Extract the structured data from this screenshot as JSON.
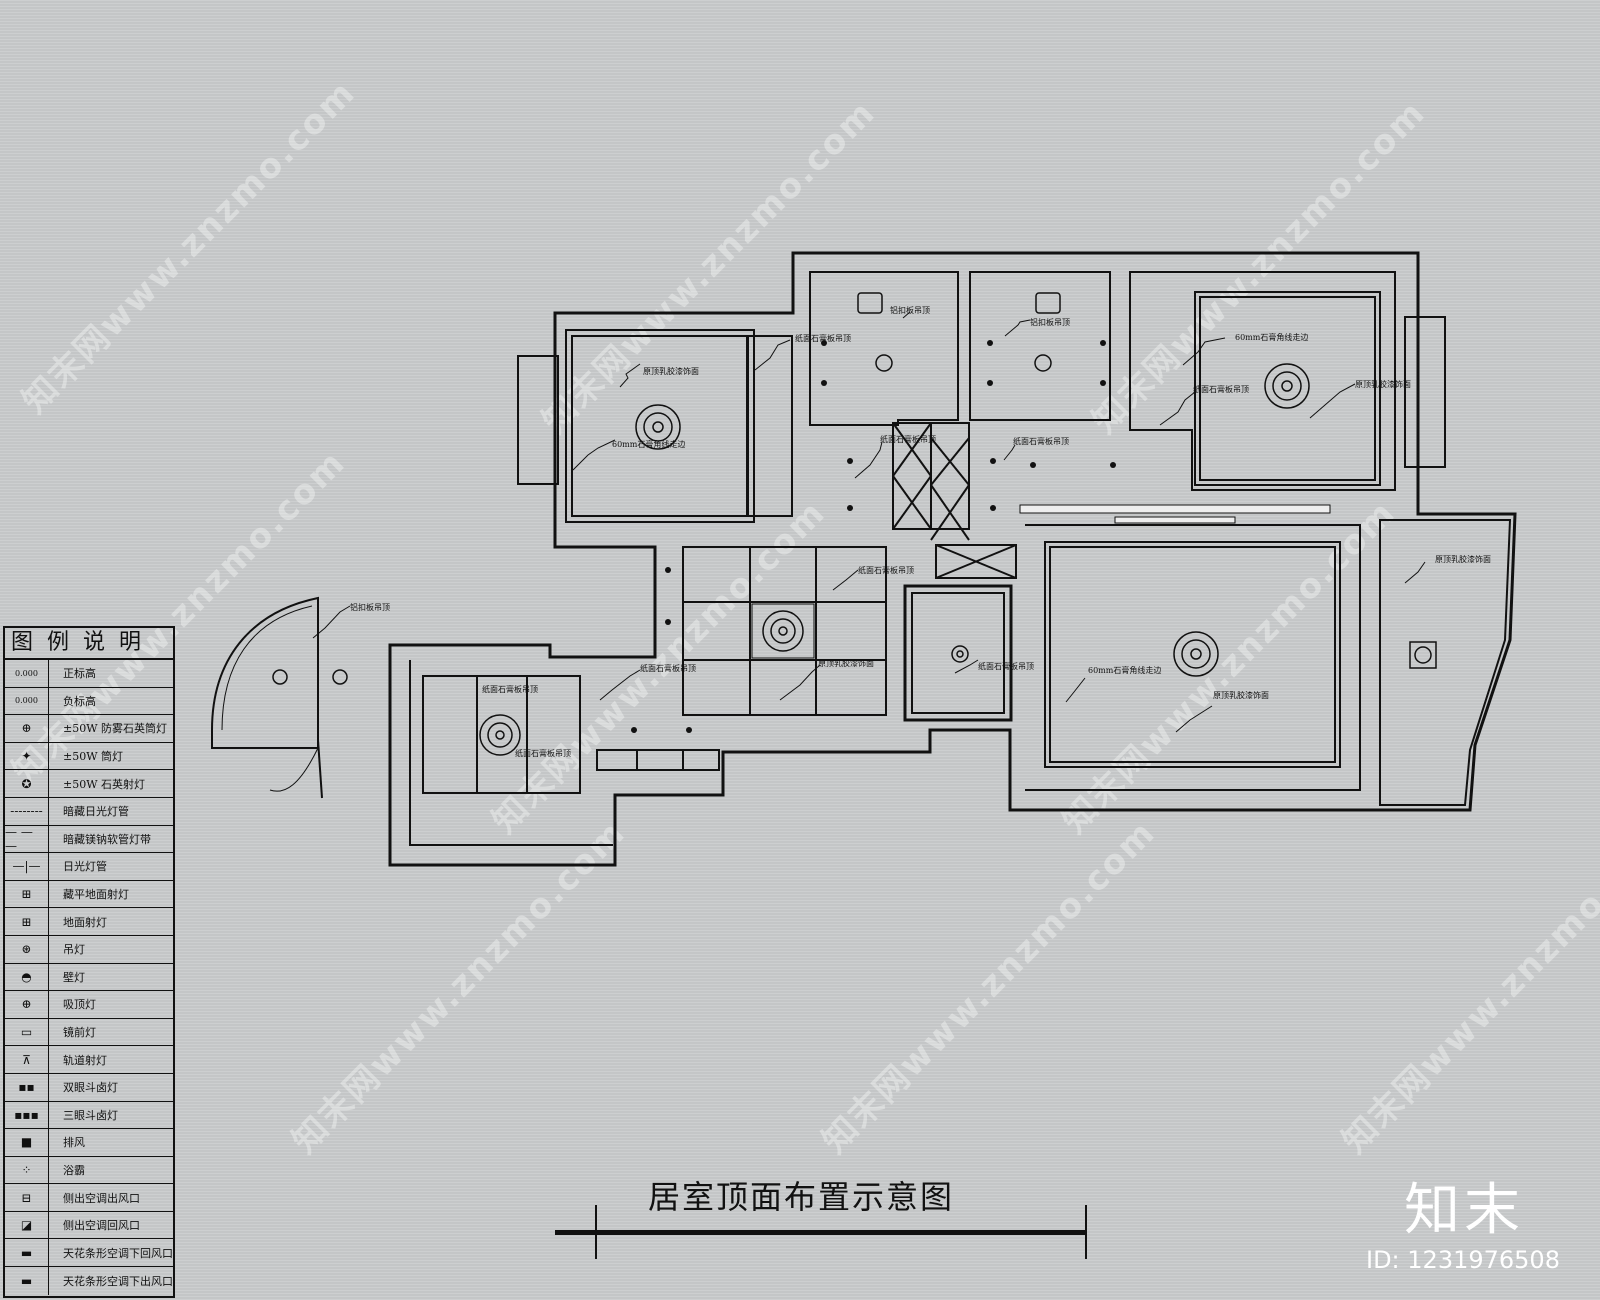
{
  "watermark": {
    "text": "知末网www.znzmo.com"
  },
  "legend": {
    "title": "图例说明",
    "items": [
      {
        "icon": "positive-elevation-icon",
        "glyph": "0.000",
        "label": "正标高"
      },
      {
        "icon": "negative-elevation-icon",
        "glyph": "0.000",
        "label": "负标高"
      },
      {
        "icon": "fog-proof-downlight-icon",
        "glyph": "⊕",
        "label": "±50W  防雾石英筒灯"
      },
      {
        "icon": "downlight-icon",
        "glyph": "✦",
        "label": "±50W  筒灯"
      },
      {
        "icon": "quartz-spotlight-icon",
        "glyph": "✪",
        "label": "±50W  石英射灯"
      },
      {
        "icon": "hidden-fluorescent-icon",
        "glyph": "--------",
        "label": "暗藏日光灯管"
      },
      {
        "icon": "hidden-neon-strip-icon",
        "glyph": "— — —",
        "label": "暗藏镁钠软管灯带"
      },
      {
        "icon": "fluorescent-tube-icon",
        "glyph": "—|—",
        "label": "日光灯管"
      },
      {
        "icon": "recessed-floor-spot-icon",
        "glyph": "⊞",
        "label": "藏平地面射灯"
      },
      {
        "icon": "floor-spot-icon",
        "glyph": "⊞",
        "label": "地面射灯"
      },
      {
        "icon": "pendant-lamp-icon",
        "glyph": "⊛",
        "label": "吊灯"
      },
      {
        "icon": "wall-lamp-icon",
        "glyph": "◓",
        "label": "壁灯"
      },
      {
        "icon": "ceiling-lamp-icon",
        "glyph": "⊕",
        "label": "吸顶灯"
      },
      {
        "icon": "mirror-lamp-icon",
        "glyph": "▭",
        "label": "镜前灯"
      },
      {
        "icon": "track-spotlight-icon",
        "glyph": "⊼",
        "label": "轨道射灯"
      },
      {
        "icon": "double-grille-lamp-icon",
        "glyph": "▪▪",
        "label": "双眼斗卤灯"
      },
      {
        "icon": "triple-grille-lamp-icon",
        "glyph": "▪▪▪",
        "label": "三眼斗卤灯"
      },
      {
        "icon": "exhaust-fan-icon",
        "glyph": "■",
        "label": "排风"
      },
      {
        "icon": "bath-heater-icon",
        "glyph": "⁘",
        "label": "浴霸"
      },
      {
        "icon": "side-ac-outlet-icon",
        "glyph": "⊟",
        "label": "侧出空调出风口"
      },
      {
        "icon": "side-ac-return-icon",
        "glyph": "◪",
        "label": "侧出空调回风口"
      },
      {
        "icon": "strip-ac-return-icon",
        "glyph": "▬",
        "label": "天花条形空调下回风口"
      },
      {
        "icon": "strip-ac-outlet-icon",
        "glyph": "▬",
        "label": "天花条形空调下出风口"
      }
    ]
  },
  "annotations": {
    "latex_paint": "原顶乳胶漆饰面",
    "gypsum_60mm": "60mm石膏角线走边",
    "gypsum_60mm_variant": "60mm石膏角线走边",
    "paper_gypsum": "纸面石膏板吊顶",
    "aluminum_buckle": "铝扣板吊顶"
  },
  "title": "居室顶面布置示意图",
  "brand": "知末",
  "image_id": "ID: 1231976508"
}
